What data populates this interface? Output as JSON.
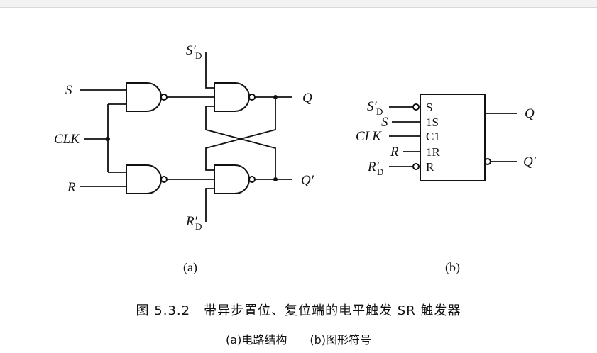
{
  "fig_a": {
    "S": "S",
    "CLK": "CLK",
    "R": "R",
    "SD": "S",
    "RD": "R",
    "D": "D",
    "Q": "Q",
    "Qn": "Q′",
    "tag": "(a)"
  },
  "fig_b": {
    "SD": "S",
    "S": "S",
    "CLK": "CLK",
    "R": "R",
    "RD": "R",
    "D": "D",
    "prime": "′",
    "pins": [
      "S",
      "1S",
      "C1",
      "1R",
      "R"
    ],
    "Q": "Q",
    "Qn": "Q′",
    "tag": "(b)"
  },
  "caption": {
    "title": "图 5.3.2　带异步置位、复位端的电平触发 SR 触发器",
    "subtitle": "(a)电路结构　　(b)图形符号"
  }
}
